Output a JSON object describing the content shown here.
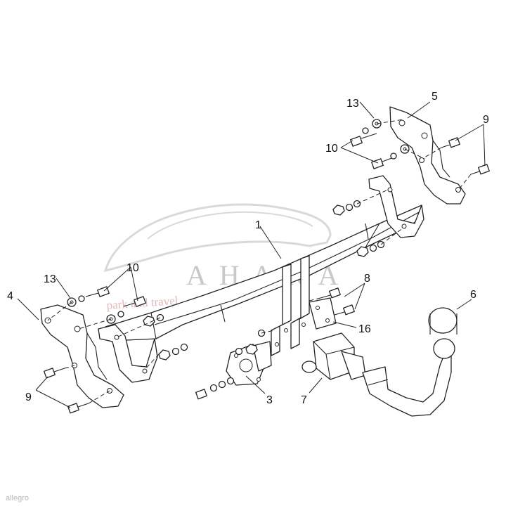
{
  "diagram": {
    "part_numbers": {
      "p1": "1",
      "p3": "3",
      "p4": "4",
      "p5": "5",
      "p6": "6",
      "p7": "7",
      "p8": "8",
      "p9_left": "9",
      "p9_right": "9",
      "p10_left": "10",
      "p10_right": "10",
      "p13_left": "13",
      "p13_right": "13",
      "p16": "16"
    },
    "watermark": {
      "brand": "AHAKA",
      "slogan": "park and travel"
    },
    "footer_mark": "allegro"
  },
  "colors": {
    "line": "#222222",
    "watermark_gray": "#c8c8c8",
    "watermark_red": "#e2b9b9"
  }
}
